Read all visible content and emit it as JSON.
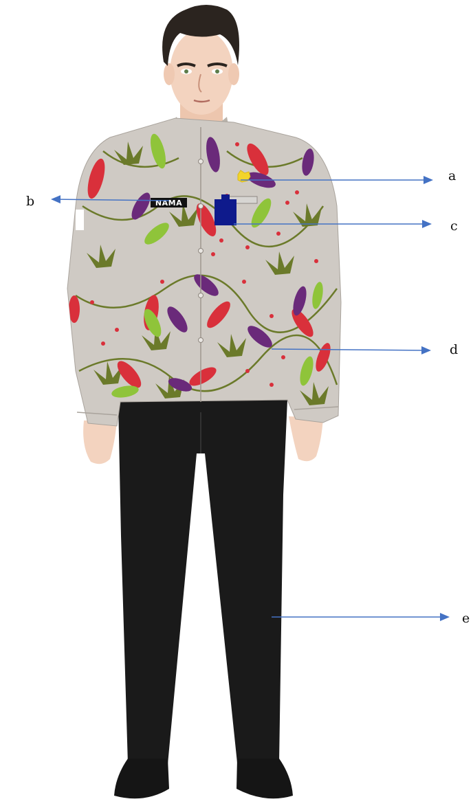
{
  "name_tag": {
    "text": "NAMA"
  },
  "callouts": [
    {
      "id": "a",
      "label": "a"
    },
    {
      "id": "b",
      "label": "b"
    },
    {
      "id": "c",
      "label": "c"
    },
    {
      "id": "d",
      "label": "d"
    },
    {
      "id": "e",
      "label": "e"
    }
  ],
  "colors": {
    "arrow": "#4472C4",
    "shirt": "#cfcac4",
    "trousers": "#1a1a1a",
    "skin": "#f3d3bf",
    "hair": "#2b241f",
    "leaf_red": "#d9303b",
    "leaf_purple": "#6a2a7a",
    "leaf_green": "#8fc43a",
    "foliage": "#6b7a2a",
    "pin_gold": "#f2d42a",
    "badge_blue": "#0e1a8c",
    "name_tag_bg": "#111111"
  }
}
